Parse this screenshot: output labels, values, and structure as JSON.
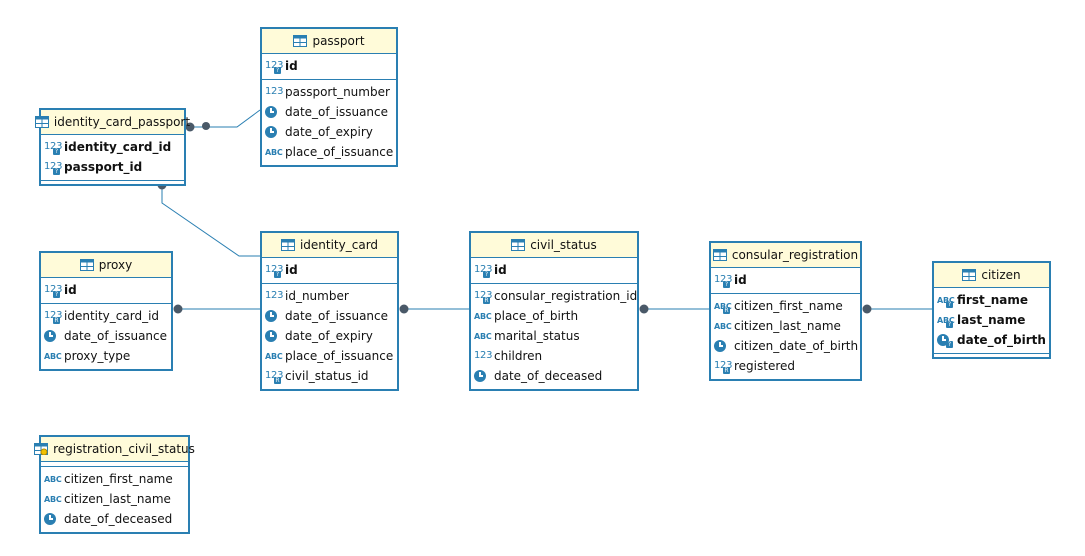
{
  "diagram": {
    "tables": [
      {
        "key": "passport",
        "title": "passport",
        "columns": [
          {
            "name": "id",
            "icon": "123",
            "pk": true,
            "mark": "key"
          },
          {
            "name": "passport_number",
            "icon": "123"
          },
          {
            "name": "date_of_issuance",
            "icon": "clock"
          },
          {
            "name": "date_of_expiry",
            "icon": "clock"
          },
          {
            "name": "place_of_issuance",
            "icon": "abc"
          }
        ]
      },
      {
        "key": "identity_card_passport",
        "title": "identity_card_passport",
        "columns": [
          {
            "name": "identity_card_id",
            "icon": "123",
            "pk": true,
            "mark": "key"
          },
          {
            "name": "passport_id",
            "icon": "123",
            "pk": true,
            "mark": "key"
          }
        ],
        "pk_only": true
      },
      {
        "key": "proxy",
        "title": "proxy",
        "columns": [
          {
            "name": "id",
            "icon": "123",
            "pk": true,
            "mark": "key"
          },
          {
            "name": "identity_card_id",
            "icon": "123",
            "mark": "fk"
          },
          {
            "name": "date_of_issuance",
            "icon": "clock"
          },
          {
            "name": "proxy_type",
            "icon": "abc"
          }
        ]
      },
      {
        "key": "identity_card",
        "title": "identity_card",
        "columns": [
          {
            "name": "id",
            "icon": "123",
            "pk": true,
            "mark": "key"
          },
          {
            "name": "id_number",
            "icon": "123"
          },
          {
            "name": "date_of_issuance",
            "icon": "clock"
          },
          {
            "name": "date_of_expiry",
            "icon": "clock"
          },
          {
            "name": "place_of_issuance",
            "icon": "abc"
          },
          {
            "name": "civil_status_id",
            "icon": "123",
            "mark": "fk"
          }
        ]
      },
      {
        "key": "civil_status",
        "title": "civil_status",
        "columns": [
          {
            "name": "id",
            "icon": "123",
            "pk": true,
            "mark": "key"
          },
          {
            "name": "consular_registration_id",
            "icon": "123",
            "mark": "fk"
          },
          {
            "name": "place_of_birth",
            "icon": "abc"
          },
          {
            "name": "marital_status",
            "icon": "abc"
          },
          {
            "name": "children",
            "icon": "123"
          },
          {
            "name": "date_of_deceased",
            "icon": "clock"
          }
        ]
      },
      {
        "key": "consular_registration",
        "title": "consular_registration",
        "columns": [
          {
            "name": "id",
            "icon": "123",
            "pk": true,
            "mark": "key"
          },
          {
            "name": "citizen_first_name",
            "icon": "abc",
            "mark": "fk"
          },
          {
            "name": "citizen_last_name",
            "icon": "abc"
          },
          {
            "name": "citizen_date_of_birth",
            "icon": "clock"
          },
          {
            "name": "registered",
            "icon": "123",
            "mark": "fk"
          }
        ]
      },
      {
        "key": "citizen",
        "title": "citizen",
        "columns": [
          {
            "name": "first_name",
            "icon": "abc",
            "pk": true,
            "mark": "key"
          },
          {
            "name": "last_name",
            "icon": "abc",
            "pk": true,
            "mark": "key"
          },
          {
            "name": "date_of_birth",
            "icon": "clock",
            "pk": true,
            "mark": "key"
          }
        ],
        "pk_only": true
      },
      {
        "key": "registration_civil_status",
        "title": "registration_civil_status",
        "view": true,
        "columns": [
          {
            "name": "citizen_first_name",
            "icon": "abc"
          },
          {
            "name": "citizen_last_name",
            "icon": "abc"
          },
          {
            "name": "date_of_deceased",
            "icon": "clock"
          }
        ],
        "no_pk": true
      }
    ]
  },
  "colors": {
    "border": "#2a7fb2",
    "header_bg": "#fffbd9",
    "connector_dot": "#4a5968"
  }
}
